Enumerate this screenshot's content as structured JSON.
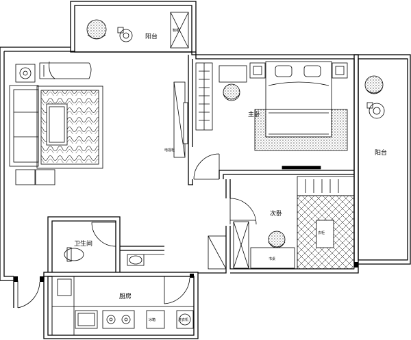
{
  "rooms": {
    "balcony_top": "阳台",
    "balcony_right": "阳台",
    "master_bedroom": "主卧",
    "second_bedroom": "次卧",
    "bathroom": "卫生间",
    "kitchen": "厨房"
  },
  "fixtures": {
    "shoe_cabinet": "鞋柜",
    "tv_cabinet": "电视柜",
    "washer": "洗衣机",
    "fridge": "冰箱",
    "wardrobe": "衣柜",
    "desk": "书桌"
  },
  "colors": {
    "wall": "#000000",
    "background": "#ffffff"
  }
}
